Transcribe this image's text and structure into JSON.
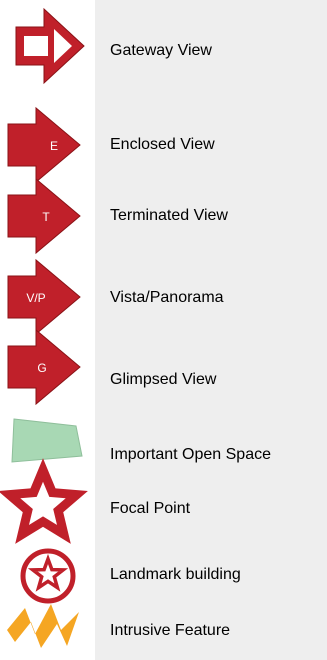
{
  "colors": {
    "panel_bg": "#eeeeee",
    "arrow_red": "#c0202a",
    "arrow_outline": "#8a1216",
    "open_space_fill": "#a8d8b4",
    "open_space_stroke": "#8fbf9b",
    "intrusive_orange": "#f5a623"
  },
  "legend": {
    "items": [
      {
        "icon": "gateway-view-icon",
        "label": "Gateway View"
      },
      {
        "icon": "enclosed-view-icon",
        "badge": "E",
        "label": "Enclosed View"
      },
      {
        "icon": "terminated-view-icon",
        "badge": "T",
        "label": "Terminated View"
      },
      {
        "icon": "vista-panorama-icon",
        "badge": "V/P",
        "label": "Vista/Panorama"
      },
      {
        "icon": "glimpsed-view-icon",
        "badge": "G",
        "label": "Glimpsed View"
      },
      {
        "icon": "open-space-icon",
        "label": "Important Open Space"
      },
      {
        "icon": "focal-point-icon",
        "label": "Focal Point"
      },
      {
        "icon": "landmark-icon",
        "label": "Landmark building"
      },
      {
        "icon": "intrusive-feature-icon",
        "label": "Intrusive Feature"
      }
    ]
  }
}
